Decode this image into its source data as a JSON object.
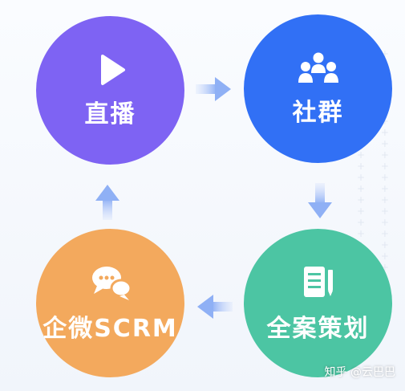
{
  "nodes": {
    "live": {
      "label": "直播",
      "color": "#7e63f3",
      "icon": "play-icon"
    },
    "community": {
      "label": "社群",
      "color": "#3170f5",
      "icon": "people-group-icon"
    },
    "plan": {
      "label": "全案策划",
      "color": "#4cc5a3",
      "icon": "document-pen-icon"
    },
    "scrm": {
      "label": "企微SCRM",
      "color": "#f3a95d",
      "icon": "chat-bubbles-icon"
    }
  },
  "arrows": [
    "live-to-community",
    "community-to-plan",
    "plan-to-scrm",
    "scrm-to-live"
  ],
  "watermark": "知乎 @云巴巴"
}
